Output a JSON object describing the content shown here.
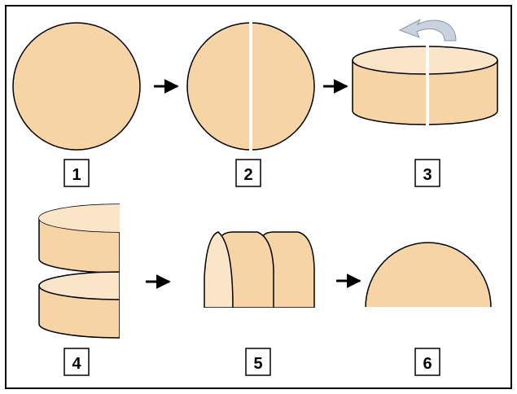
{
  "colors": {
    "fill": "#f7d4a6",
    "fill_light": "#fbe5c9",
    "outline": "#000000",
    "split": "#ffffff",
    "rotate_arrow": "#c9d2dd",
    "frame": "#000000",
    "background": "#ffffff"
  },
  "steps": [
    {
      "label": "1",
      "shape": "circle"
    },
    {
      "label": "2",
      "shape": "split-circle"
    },
    {
      "label": "3",
      "shape": "split-cylinder-rotate"
    },
    {
      "label": "4",
      "shape": "stacked-half-cylinders"
    },
    {
      "label": "5",
      "shape": "half-disc-slices"
    },
    {
      "label": "6",
      "shape": "semicircle"
    }
  ],
  "arrows": [
    {
      "from": "1",
      "to": "2",
      "icon": "right-arrow-icon"
    },
    {
      "from": "2",
      "to": "3",
      "icon": "right-arrow-icon"
    },
    {
      "from": "4",
      "to": "5",
      "icon": "right-arrow-icon"
    },
    {
      "from": "5",
      "to": "6",
      "icon": "right-arrow-icon"
    }
  ],
  "rotation_indicator": {
    "icon": "curved-rotate-arrow-icon"
  }
}
